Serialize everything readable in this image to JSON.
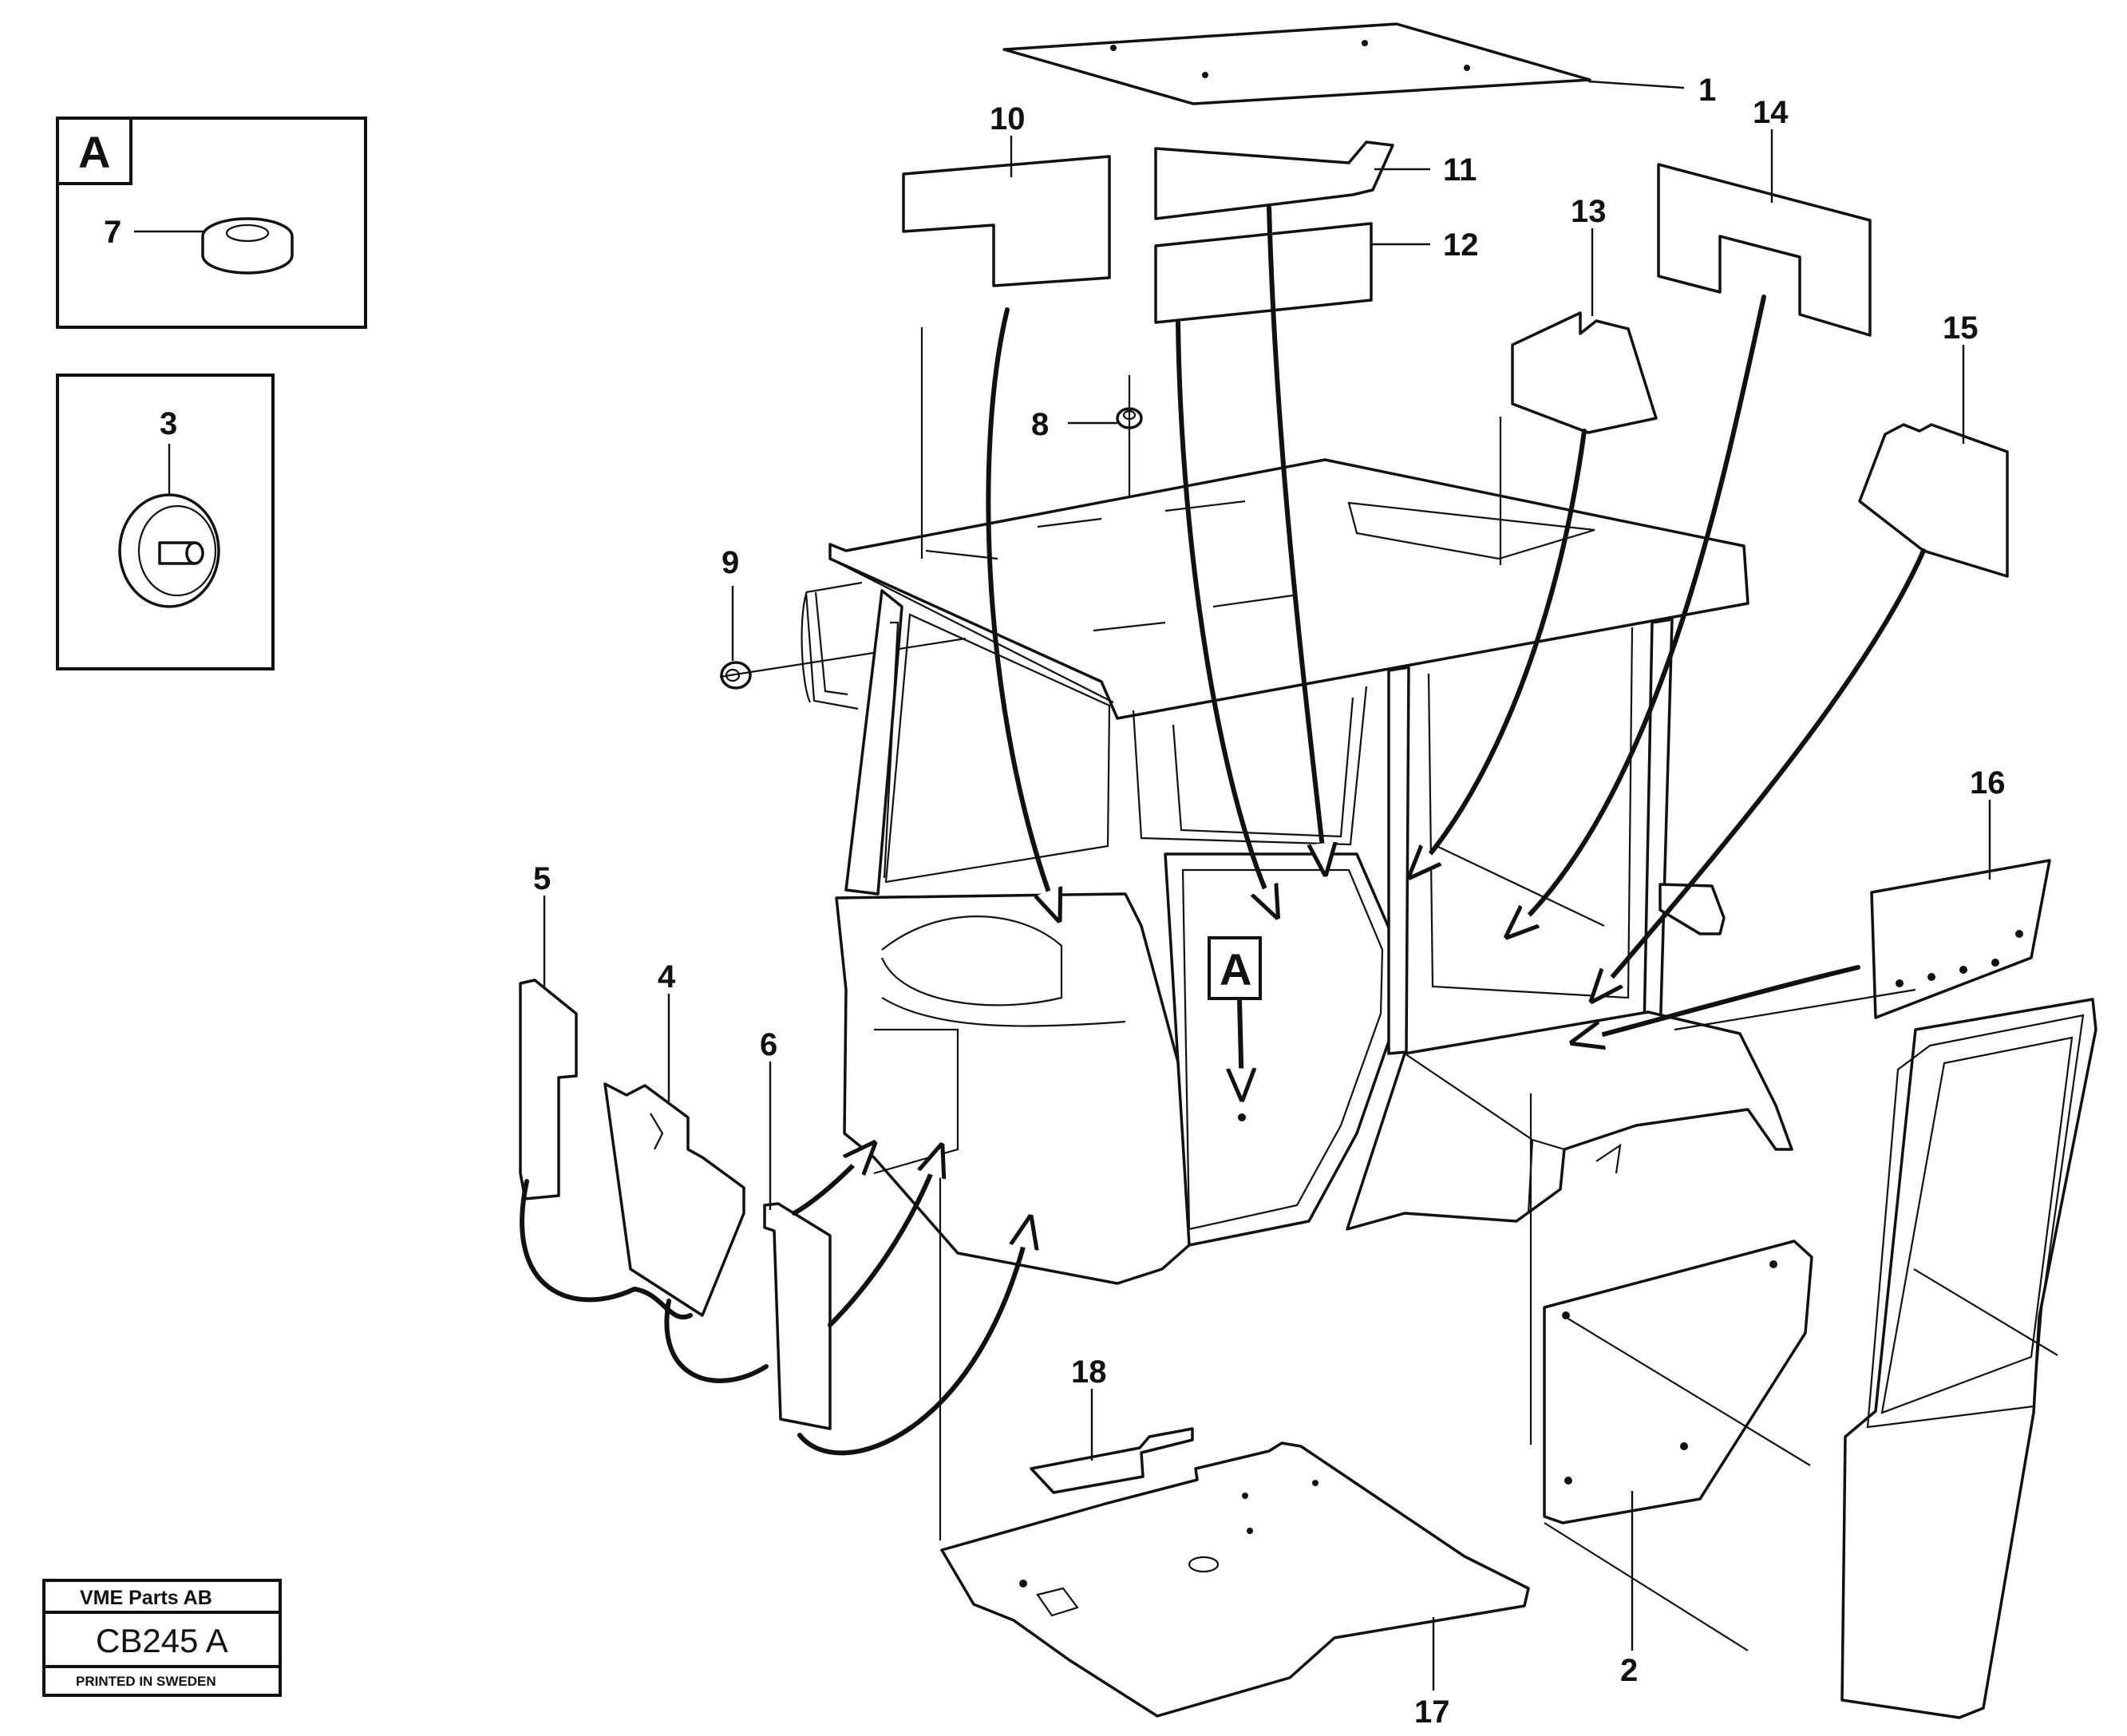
{
  "detail_a": {
    "letter": "A",
    "part_number": "7"
  },
  "detail_3": {
    "part_number": "3"
  },
  "callouts": [
    "1",
    "2",
    "3",
    "4",
    "5",
    "6",
    "7",
    "8",
    "9",
    "10",
    "11",
    "12",
    "13",
    "14",
    "15",
    "16",
    "17",
    "18"
  ],
  "reference_marker": "A",
  "title_block": {
    "company": "VME Parts AB",
    "code": "CB245 A",
    "printed": "PRINTED IN SWEDEN"
  }
}
